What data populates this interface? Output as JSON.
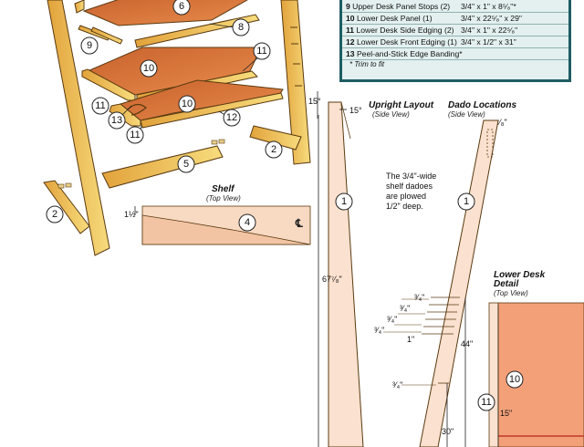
{
  "cut_list": {
    "rows": [
      {
        "num": "9",
        "part": "Upper Desk Panel Stops (2)",
        "size": "3/4\" x 1\" x 8⁵⁄₈\"*"
      },
      {
        "num": "10",
        "part": "Lower Desk Panel (1)",
        "size": "3/4\" x 22⁵⁄₈\" x 29\""
      },
      {
        "num": "11",
        "part": "Lower Desk Side Edging (2)",
        "size": "3/4\" x 1\" x 22⁵⁄₈\""
      },
      {
        "num": "12",
        "part": "Lower Desk Front Edging (1)",
        "size": "3/4\" x 1/2\" x 31\""
      },
      {
        "num": "13",
        "part": "Peel-and-Stick Edge Banding",
        "size": "*"
      }
    ],
    "note": "* Trim to fit"
  },
  "exploded": {
    "callouts": [
      "6",
      "8",
      "9",
      "10",
      "11",
      "11",
      "13",
      "11",
      "10",
      "12",
      "2",
      "5",
      "2"
    ]
  },
  "shelf": {
    "title": "Shelf",
    "subtitle": "(Top View)",
    "part": "4",
    "dim": "1½\""
  },
  "upright": {
    "title": "Upright Layout",
    "subtitle": "(Side View)",
    "angle_left": "15°",
    "angle_right": "15°",
    "part": "1",
    "length": "67⁷⁄₈\""
  },
  "dado": {
    "title": "Dado Locations",
    "subtitle": "(Side View)",
    "top_dim": "⁷⁄₈\"",
    "part": "1",
    "note_lines": [
      "The 3/4\"-wide",
      "shelf dadoes",
      "are plowed",
      "1/2\" deep."
    ],
    "dims": [
      "³⁄₄\"",
      "³⁄₄\"",
      "³⁄₄\"",
      "³⁄₄\"",
      "1\"",
      "³⁄₄\""
    ],
    "height_44": "44\"",
    "height_30": "30\""
  },
  "lower_desk": {
    "title_l1": "Lower Desk",
    "title_l2": "Detail",
    "subtitle": "(Top View)",
    "part_a": "10",
    "part_b": "11",
    "dim": "15\""
  }
}
